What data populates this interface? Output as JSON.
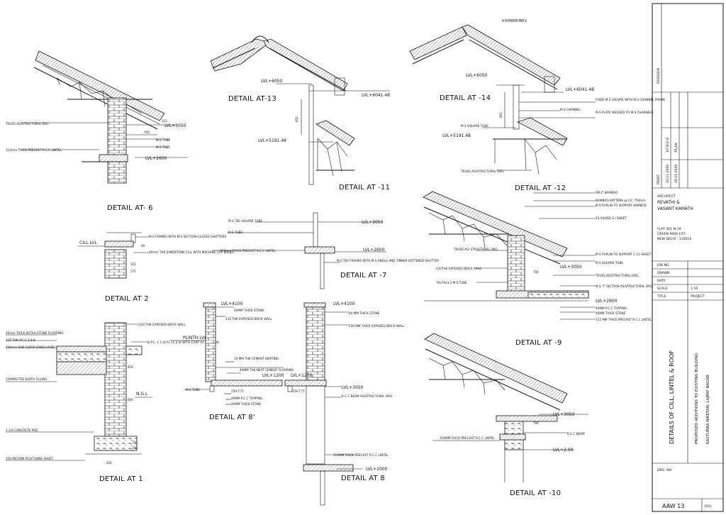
{
  "details": {
    "d6": "DETAIL AT- 6",
    "d13": "DETAIL AT-13",
    "d11": "DETAIL AT -11",
    "d14": "DETAIL AT -14",
    "d12": "DETAIL AT -12",
    "d2": "DETAIL AT 2",
    "d7": "DETAIL AT -7",
    "d9": "DETAIL AT -9",
    "d1": "DETAIL AT 1",
    "d8a": "DETAIL AT 8'",
    "d8": "DETAIL AT 8",
    "d10": "DETAIL AT -10"
  },
  "levels": {
    "d6_3050": "LVL+3050",
    "d6_2600": "LVL+2600",
    "d13_6050": "LVL+6050",
    "d13_6041": "LVL+6041.48",
    "d13_5191": "LVL+5191.48",
    "d14_6050": "LVL+6050",
    "d14_6041": "LVL+6041.48",
    "d14_5191": "LVL+5191.48",
    "d7_3050": "LVL+3050",
    "d7_2600": "LVL+2600",
    "d9_3050": "LVL+3050",
    "d9_2600": "LVL+2600",
    "d8a_4100": "LVL+4100",
    "d8a_1200": "LVL+1200",
    "d8_4100": "LVL+4100",
    "d8_1200": "LVL+1200",
    "d8_3050": "LVL+3050",
    "d8_2000": "LVL+2000",
    "d10_3050": "LVL+3050",
    "d10_2100": "LVL+2.00",
    "d2_cill": "CILL LVL",
    "d1_plinth": "PLINTH LVL",
    "d1_ngl": "N.G.L"
  },
  "notes": {
    "d6_truss": "TRUSS AS/STRUCTURAL DRG.",
    "d6_lintel": "115mm THICK PRECAST R.C.C LINTEL",
    "d6_ms_tube": "M.S TUBE",
    "d14_ridge": "M.S RIDGE PIECE",
    "d14_louvre": "FIXED M.S LOUVRE WITH M.S CHANNEL FRAME",
    "d14_channel": "M.S CHANNEL",
    "d14_plate": "M.S PLATE WELDED TO M.S CHANNELS",
    "d14_square": "M.S SQUARE TUBE",
    "d14_truss": "TRUSS AS/STRUCTURAL DRG.",
    "d2_frames": "M.S FRAMES WITH M.S SECTION GLAZED SHUTTERS",
    "d2_cill": "40mm THK SANDSTONE CILL WITH MACHINE CUT EDGES",
    "d7_tee": "M.S TEE SQUARE TUBE",
    "d7_tube": "M.S TUBE",
    "d7_lintel": "115mm THICK PRECAST R.C.C LINTEL",
    "d7_frames": "M.S TEE FRAMES WITH M.S ANGLE AND TIMBER BATTENED SHUTTER",
    "d9_bamboo": "SPLIT BAMBOO",
    "d9_battens": "BAMBOO BATTENS @ C/C 750mm",
    "d9_purlin": "M.S PURLIN TO SUPPORT BAMBOO",
    "d9_sheet": "24 GAUGE G.I SHEET",
    "d9_truss": "TRUSS AS/ STRUCTURAL DRG.",
    "d9_brick": "230THK EXPOSED BRICK WALL",
    "d9_tube": "70x70x3.2 M.S TUBE",
    "d9_purlin2": "M.S PURLIN TO SUPPORT C.G.I SHEET",
    "d9_sqtube": "M.S SQUARE TUBE",
    "d9_truss2": "TRUSS AS/STRUCTURAL DRG.",
    "d9_tsection": "M.S 'T' SECTION AS/STRUCTURAL DRG.",
    "d9_topping": "40MM P.C.C TOPPING",
    "d9_stone": "40MM THICK STONE",
    "d9_lintel": "115 MM THICK PRECAST R.C.C LINTEL",
    "d1_flooring": "40mm THICK KOTAH STONE FLOORING",
    "d1_pcc": "115 THK P.C.C 1:4:8",
    "d1_subfloor": "150mm SUB FLOOR SAND LAYER",
    "d1_earth": "COMPACTED EARTH FILLING",
    "d1_dpc": "D.P.C, C.C.D.P.C (1:2:4) WITH COAT OF BITUMEN",
    "d1_brick": "230 THK EXPOSED BRICK WALL",
    "d1_pad": "1:3:6 CONCRETE PAD",
    "d1_poly": "250 MICRON POLYTHENE SHEET",
    "d8a_stone": "40MM THICK STONE",
    "d8a_wall": "115 THK EXPOSED BRICK WALL",
    "d8a_skirting": "15 MM THK CEMENT SKIRTING",
    "d8a_flooring": "40MM THK NEAT CEMENT FLOORING",
    "d8a_mstube": "M.S TUBE",
    "d8a_pcc": "40MM P.C.C TOPPING",
    "d8a_stone2": "40MM THICK STONE",
    "d8_stone": "40 MM THICK STONE",
    "d8_wall": "230 MM THICK EXPOSED BRICK WALL",
    "d8_beam": "R.C.C BEAM AS/STRUCTURAL DRG.",
    "d8_lintel": "115MM THICK PRECAST R.C.C LINTEL",
    "d10_beam": "R.C.C BEAM",
    "d10_lintel": "150MM THICK PRECAST R.C.C LINTEL"
  },
  "dims": {
    "d6_700": "700",
    "d6_115": "115",
    "d13_850": "850",
    "d14_850": "850",
    "d9_700": "700",
    "d10_700": "700",
    "d2_40": "40",
    "d2_115": "115",
    "d2_275": "275",
    "d1_600": "600",
    "d1_450": "450",
    "d1_150": "150",
    "d1_100": "100",
    "d1_450b": "450",
    "d8a_15": "15H.T.75",
    "d8_15": "15H.T.75"
  },
  "titleblock": {
    "revision": "REVISION",
    "print": "PRINT",
    "print_rows": [
      "10.11.2000",
      "18.05.2000",
      "10 W.D.O",
      "TR.AA"
    ],
    "architect_label": "ARCHITECT",
    "architect_name1": "REVATHI &",
    "architect_name2": "VASANT KAMATH",
    "address1": "FLAT 301 N-19",
    "address2": "GREEN PARK EXT.",
    "address3": "NEW DELHI - 110016",
    "job_no": "JOB NO",
    "drawn": "DRAWN",
    "date": "DATE",
    "scale": "SCALE",
    "scale_value": "1:10",
    "title_label": "TITLE",
    "project_label": "PROJECT",
    "title": "DETAILS OF CILL, LINTEL & ROOF",
    "project1": "PROPOSED ADDITIONS TO EXISTING BUILDING",
    "project2": "KASTURBA NIKETAN, LAJPAT NAGAR",
    "drg_no": "DRG. NO",
    "sheet_no": "AAW 13",
    "rev": "REV."
  }
}
